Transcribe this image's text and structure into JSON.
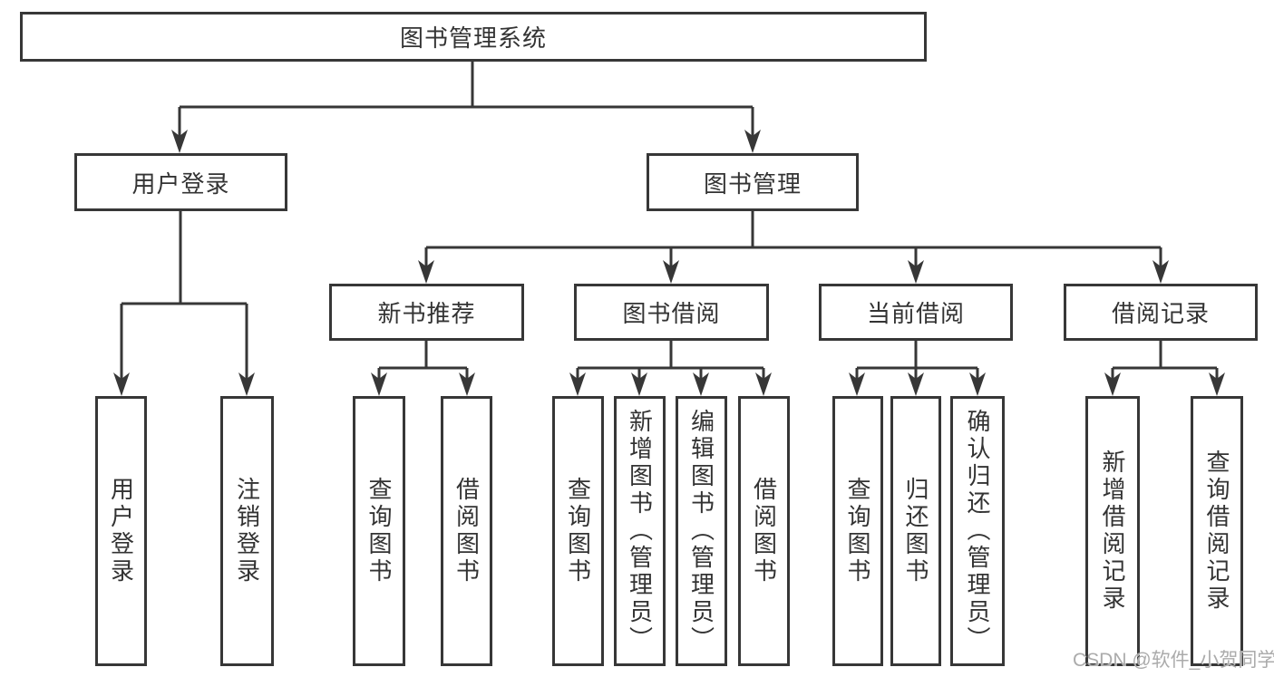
{
  "tree": {
    "label": "图书管理系统",
    "children": [
      {
        "label": "用户登录",
        "children": [
          {
            "label": "用户登录"
          },
          {
            "label": "注销登录"
          }
        ]
      },
      {
        "label": "图书管理",
        "children": [
          {
            "label": "新书推荐",
            "children": [
              {
                "label": "查询图书"
              },
              {
                "label": "借阅图书"
              }
            ]
          },
          {
            "label": "图书借阅",
            "children": [
              {
                "label": "查询图书"
              },
              {
                "label": "新增图书（管理员）"
              },
              {
                "label": "编辑图书（管理员）"
              },
              {
                "label": "借阅图书"
              }
            ]
          },
          {
            "label": "当前借阅",
            "children": [
              {
                "label": "查询图书"
              },
              {
                "label": "归还图书"
              },
              {
                "label": "确认归还（管理员）"
              }
            ]
          },
          {
            "label": "借阅记录",
            "children": [
              {
                "label": "新增借阅记录"
              },
              {
                "label": "查询借阅记录"
              }
            ]
          }
        ]
      }
    ]
  },
  "watermark": {
    "text": "CSDN @软件_小贺同学"
  },
  "colors": {
    "line": "#373737",
    "text": "#333333",
    "watermark": "#ababab",
    "background": "#ffffff"
  }
}
